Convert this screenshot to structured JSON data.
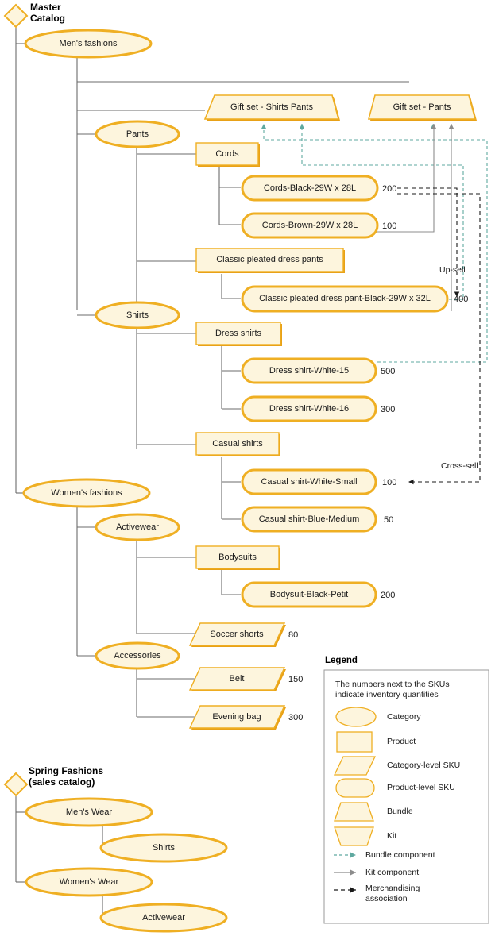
{
  "diagram": {
    "title": "Catalog hierarchy diagram",
    "colors": {
      "shape_fill": "#FDF5DD",
      "shape_stroke": "#EFAF23",
      "shape_shadow": "#E8A117",
      "tree_line": "#6B6B6B",
      "kit_line": "#8C8C8C",
      "bundle_line": "#5FA9A0",
      "merch_line": "#1A1A1A",
      "text": "#1A1A1A"
    }
  },
  "catalogs": [
    {
      "id": "master",
      "heading": "Master\nCatalog",
      "icon": "diamond-icon"
    },
    {
      "id": "spring",
      "heading": "Spring Fashions\n(sales catalog)",
      "icon": "diamond-icon"
    }
  ],
  "nodes": [
    {
      "id": "mens-fashions",
      "label": "Men's fashions",
      "shape": "category"
    },
    {
      "id": "giftset-shirts-pants",
      "label": "Gift set - Shirts Pants",
      "shape": "bundle"
    },
    {
      "id": "giftset-pants",
      "label": "Gift set - Pants",
      "shape": "bundle"
    },
    {
      "id": "pants",
      "label": "Pants",
      "shape": "category"
    },
    {
      "id": "cords",
      "label": "Cords",
      "shape": "product"
    },
    {
      "id": "cords-black",
      "label": "Cords-Black-29W x 28L",
      "shape": "product-sku",
      "qty": "200"
    },
    {
      "id": "cords-brown",
      "label": "Cords-Brown-29W x 28L",
      "shape": "product-sku",
      "qty": "100"
    },
    {
      "id": "classic-pleated-dress-pants",
      "label": "Classic pleated dress pants",
      "shape": "product"
    },
    {
      "id": "classic-pleated-dress-pant-black",
      "label": "Classic pleated dress pant-Black-29W x 32L",
      "shape": "product-sku",
      "qty": "400"
    },
    {
      "id": "shirts",
      "label": "Shirts",
      "shape": "category"
    },
    {
      "id": "dress-shirts",
      "label": "Dress shirts",
      "shape": "product"
    },
    {
      "id": "dress-shirt-white-15",
      "label": "Dress shirt-White-15",
      "shape": "product-sku",
      "qty": "500"
    },
    {
      "id": "dress-shirt-white-16",
      "label": "Dress shirt-White-16",
      "shape": "product-sku",
      "qty": "300"
    },
    {
      "id": "casual-shirts",
      "label": "Casual  shirts",
      "shape": "product"
    },
    {
      "id": "casual-shirt-white-small",
      "label": "Casual shirt-White-Small",
      "shape": "product-sku",
      "qty": "100"
    },
    {
      "id": "casual-shirt-blue-medium",
      "label": "Casual shirt-Blue-Medium",
      "shape": "product-sku",
      "qty": "50"
    },
    {
      "id": "womens-fashions",
      "label": "Women's fashions",
      "shape": "category"
    },
    {
      "id": "activewear",
      "label": "Activewear",
      "shape": "category"
    },
    {
      "id": "bodysuits",
      "label": "Bodysuits",
      "shape": "product"
    },
    {
      "id": "bodysuit-black-petit",
      "label": "Bodysuit-Black-Petit",
      "shape": "product-sku",
      "qty": "200"
    },
    {
      "id": "soccer-shorts",
      "label": "Soccer shorts",
      "shape": "category-sku",
      "qty": "80"
    },
    {
      "id": "accessories",
      "label": "Accessories",
      "shape": "category"
    },
    {
      "id": "belt",
      "label": "Belt",
      "shape": "category-sku",
      "qty": "150"
    },
    {
      "id": "evening-bag",
      "label": "Evening bag",
      "shape": "category-sku",
      "qty": "300"
    },
    {
      "id": "mens-wear",
      "label": "Men's Wear",
      "shape": "category"
    },
    {
      "id": "spring-shirts",
      "label": "Shirts",
      "shape": "category"
    },
    {
      "id": "womens-wear",
      "label": "Women's Wear",
      "shape": "category"
    },
    {
      "id": "spring-activewear",
      "label": "Activewear",
      "shape": "category"
    }
  ],
  "annotations": [
    {
      "id": "up-sell",
      "label": "Up-sell"
    },
    {
      "id": "cross-sell",
      "label": "Cross-sell"
    }
  ],
  "legend": {
    "title": "Legend",
    "note": "The numbers next to the SKUs\nindicate inventory quantities",
    "shapes": [
      {
        "id": "category",
        "label": "Category"
      },
      {
        "id": "product",
        "label": "Product"
      },
      {
        "id": "category-sku",
        "label": "Category-level SKU"
      },
      {
        "id": "product-sku",
        "label": "Product-level SKU"
      },
      {
        "id": "bundle",
        "label": "Bundle"
      },
      {
        "id": "kit",
        "label": "Kit"
      }
    ],
    "lines": [
      {
        "id": "bundle-component",
        "label": "Bundle component"
      },
      {
        "id": "kit-component",
        "label": "Kit component"
      },
      {
        "id": "merch-association",
        "label": "Merchandising\nassociation"
      }
    ]
  }
}
